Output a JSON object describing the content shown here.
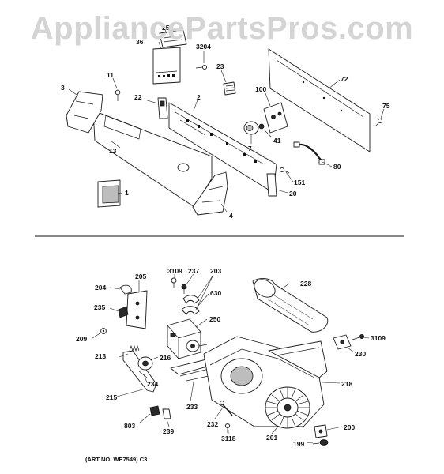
{
  "watermark": "AppliancePartsPros.com",
  "art_number": "(ART NO. WE7549) C3",
  "labels": {
    "p1": "1",
    "p2": "2",
    "p3": "3",
    "p4": "4",
    "p7": "7",
    "p11": "11",
    "p13": "13",
    "p20": "20",
    "p22": "22",
    "p23": "23",
    "p25": "25",
    "p36": "36",
    "p41": "41",
    "p72": "72",
    "p75": "75",
    "p80": "80",
    "p100": "100",
    "p151": "151",
    "p3204": "3204",
    "p199": "199",
    "p200": "200",
    "p201": "201",
    "p203": "203",
    "p204": "204",
    "p205": "205",
    "p209": "209",
    "p213": "213",
    "p215": "215",
    "p216": "216",
    "p218": "218",
    "p228": "228",
    "p230": "230",
    "p232": "232",
    "p233": "233",
    "p234": "234",
    "p235": "235",
    "p237": "237",
    "p239": "239",
    "p250": "250",
    "p630": "630",
    "p803": "803",
    "p3109a": "3109",
    "p3109b": "3109",
    "p3118": "3118"
  }
}
